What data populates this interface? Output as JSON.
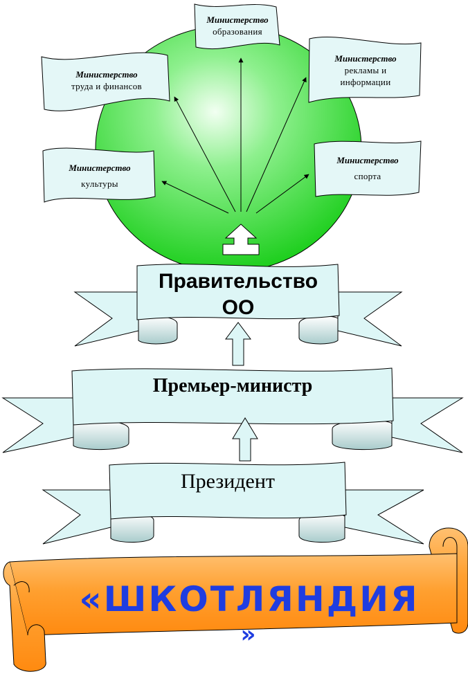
{
  "ministries": [
    {
      "id": "education",
      "title": "Министерство",
      "lines": [
        "образования"
      ]
    },
    {
      "id": "labor",
      "title": "Министерство",
      "lines": [
        "труда и финансов"
      ]
    },
    {
      "id": "advertising",
      "title": "Министерство",
      "lines": [
        "рекламы и",
        "информации"
      ]
    },
    {
      "id": "culture",
      "title": "Министерство",
      "lines": [
        "культуры"
      ]
    },
    {
      "id": "sport",
      "title": "Министерство",
      "lines": [
        "спорта"
      ]
    }
  ],
  "government": {
    "line1": "Правительство",
    "line2": "ОО"
  },
  "prime_minister": {
    "label": "Премьер-министр"
  },
  "president": {
    "label": "Президент"
  },
  "scroll": {
    "line1": "«ШКОТЛЯНДИЯ",
    "line2": "»"
  },
  "colors": {
    "sphere": "#33dd33",
    "card": "#e4f7f7",
    "banner": "#ddf6f6",
    "scroll": "#ff9a2a",
    "scroll_text": "#1f3de0"
  }
}
